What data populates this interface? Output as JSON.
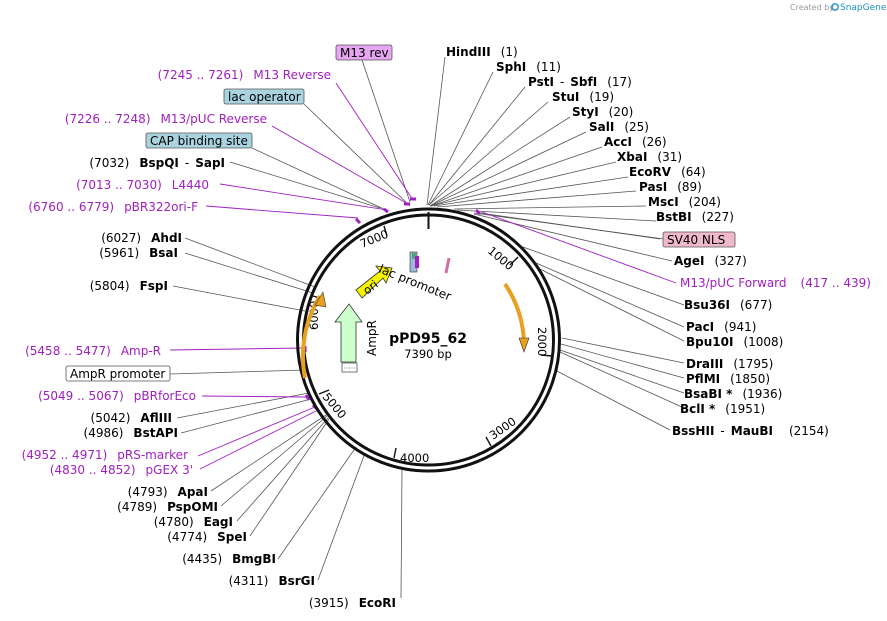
{
  "credit": {
    "text": "Created by",
    "brand": "SnapGene"
  },
  "plasmid": {
    "name": "pPD95_62",
    "size": "7390 bp"
  },
  "ticks": [
    "1000",
    "2000",
    "3000",
    "4000",
    "5000",
    "6000",
    "7000"
  ],
  "features": {
    "ori": "ori",
    "ampr": "AmpR",
    "lac_promoter": "lac promoter"
  },
  "boxes": {
    "m13rev": "M13 rev",
    "lac_operator": "lac operator",
    "cap_site": "CAP binding site",
    "sv40": "SV40 NLS",
    "ampr_promoter": "AmpR promoter"
  },
  "right_enzymes": [
    {
      "name": "HindIII",
      "pos": "(1)"
    },
    {
      "name": "SphI",
      "pos": "(11)"
    },
    {
      "name": "PstI",
      "sep": "-",
      "name2": "SbfI",
      "pos": "(17)"
    },
    {
      "name": "StuI",
      "pos": "(19)"
    },
    {
      "name": "StyI",
      "pos": "(20)"
    },
    {
      "name": "SalI",
      "pos": "(25)"
    },
    {
      "name": "AccI",
      "pos": "(26)"
    },
    {
      "name": "XbaI",
      "pos": "(31)"
    },
    {
      "name": "EcoRV",
      "pos": "(64)"
    },
    {
      "name": "PasI",
      "pos": "(89)"
    },
    {
      "name": "MscI",
      "pos": "(204)"
    },
    {
      "name": "BstBI",
      "pos": "(227)"
    },
    {
      "name": "AgeI",
      "pos": "(327)"
    },
    {
      "name": "Bsu36I",
      "pos": "(677)"
    },
    {
      "name": "PacI",
      "pos": "(941)"
    },
    {
      "name": "Bpu10I",
      "pos": "(1008)"
    },
    {
      "name": "DraIII",
      "pos": "(1795)"
    },
    {
      "name": "PflMI",
      "pos": "(1850)"
    },
    {
      "name": "BsaBI *",
      "pos": "(1936)"
    },
    {
      "name": "BclI *",
      "pos": "(1951)"
    },
    {
      "name": "BssHII",
      "sep": "-",
      "name2": "MauBI",
      "pos": "(2154)"
    }
  ],
  "primers_right": [
    {
      "name": "M13/pUC Forward",
      "pos": "(417 .. 439)"
    }
  ],
  "primers_left": [
    {
      "pos": "(7245 .. 7261)",
      "name": "M13 Reverse"
    },
    {
      "pos": "(7226 .. 7248)",
      "name": "M13/pUC Reverse"
    },
    {
      "pos": "(7013 .. 7030)",
      "name": "L4440"
    },
    {
      "pos": "(6760 .. 6779)",
      "name": "pBR322ori-F"
    },
    {
      "pos": "(5458 .. 5477)",
      "name": "Amp-R"
    },
    {
      "pos": "(5049 .. 5067)",
      "name": "pBRforEco"
    },
    {
      "pos": "(4952 .. 4971)",
      "name": "pRS-marker"
    },
    {
      "pos": "(4830 .. 4852)",
      "name": "pGEX 3'"
    }
  ],
  "left_enzymes": [
    {
      "pos": "(7032)",
      "name": "BspQI",
      "sep": "-",
      "name2": "SapI"
    },
    {
      "pos": "(6027)",
      "name": "AhdI"
    },
    {
      "pos": "(5961)",
      "name": "BsaI"
    },
    {
      "pos": "(5804)",
      "name": "FspI"
    },
    {
      "pos": "(5042)",
      "name": "AflIII"
    },
    {
      "pos": "(4986)",
      "name": "BstAPI"
    },
    {
      "pos": "(4793)",
      "name": "ApaI"
    },
    {
      "pos": "(4789)",
      "name": "PspOMI"
    },
    {
      "pos": "(4780)",
      "name": "EagI"
    },
    {
      "pos": "(4774)",
      "name": "SpeI"
    },
    {
      "pos": "(4435)",
      "name": "BmgBI"
    },
    {
      "pos": "(4311)",
      "name": "BsrGI"
    },
    {
      "pos": "(3915)",
      "name": "EcoRI"
    }
  ],
  "colors": {
    "primer": "#a020c0",
    "ori": "#f5f500",
    "ampr": "#ccffcc",
    "orange": "#e8a020",
    "box_blue": "#a9d3df",
    "box_purple": "#e7a6f2",
    "box_pink": "#efb8cc"
  }
}
